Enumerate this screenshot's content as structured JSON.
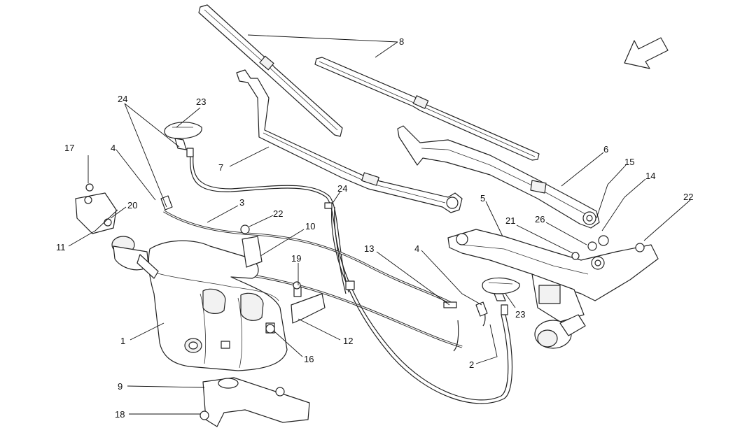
{
  "diagram": {
    "callouts": [
      {
        "id": "c1",
        "label": "1"
      },
      {
        "id": "c2",
        "label": "2"
      },
      {
        "id": "c3",
        "label": "3"
      },
      {
        "id": "c4a",
        "label": "4"
      },
      {
        "id": "c4b",
        "label": "4"
      },
      {
        "id": "c5",
        "label": "5"
      },
      {
        "id": "c6",
        "label": "6"
      },
      {
        "id": "c7",
        "label": "7"
      },
      {
        "id": "c8",
        "label": "8"
      },
      {
        "id": "c9",
        "label": "9"
      },
      {
        "id": "c10",
        "label": "10"
      },
      {
        "id": "c11",
        "label": "11"
      },
      {
        "id": "c12",
        "label": "12"
      },
      {
        "id": "c13",
        "label": "13"
      },
      {
        "id": "c14",
        "label": "14"
      },
      {
        "id": "c15",
        "label": "15"
      },
      {
        "id": "c16",
        "label": "16"
      },
      {
        "id": "c17",
        "label": "17"
      },
      {
        "id": "c18",
        "label": "18"
      },
      {
        "id": "c19",
        "label": "19"
      },
      {
        "id": "c20",
        "label": "20"
      },
      {
        "id": "c21",
        "label": "21"
      },
      {
        "id": "c22a",
        "label": "22"
      },
      {
        "id": "c22b",
        "label": "22"
      },
      {
        "id": "c23a",
        "label": "23"
      },
      {
        "id": "c23b",
        "label": "23"
      },
      {
        "id": "c24a",
        "label": "24"
      },
      {
        "id": "c24b",
        "label": "24"
      },
      {
        "id": "c26",
        "label": "26"
      }
    ]
  },
  "colors": {
    "line": "#222222",
    "background": "#ffffff"
  },
  "icons": {
    "orientation": "direction-arrow-icon"
  }
}
